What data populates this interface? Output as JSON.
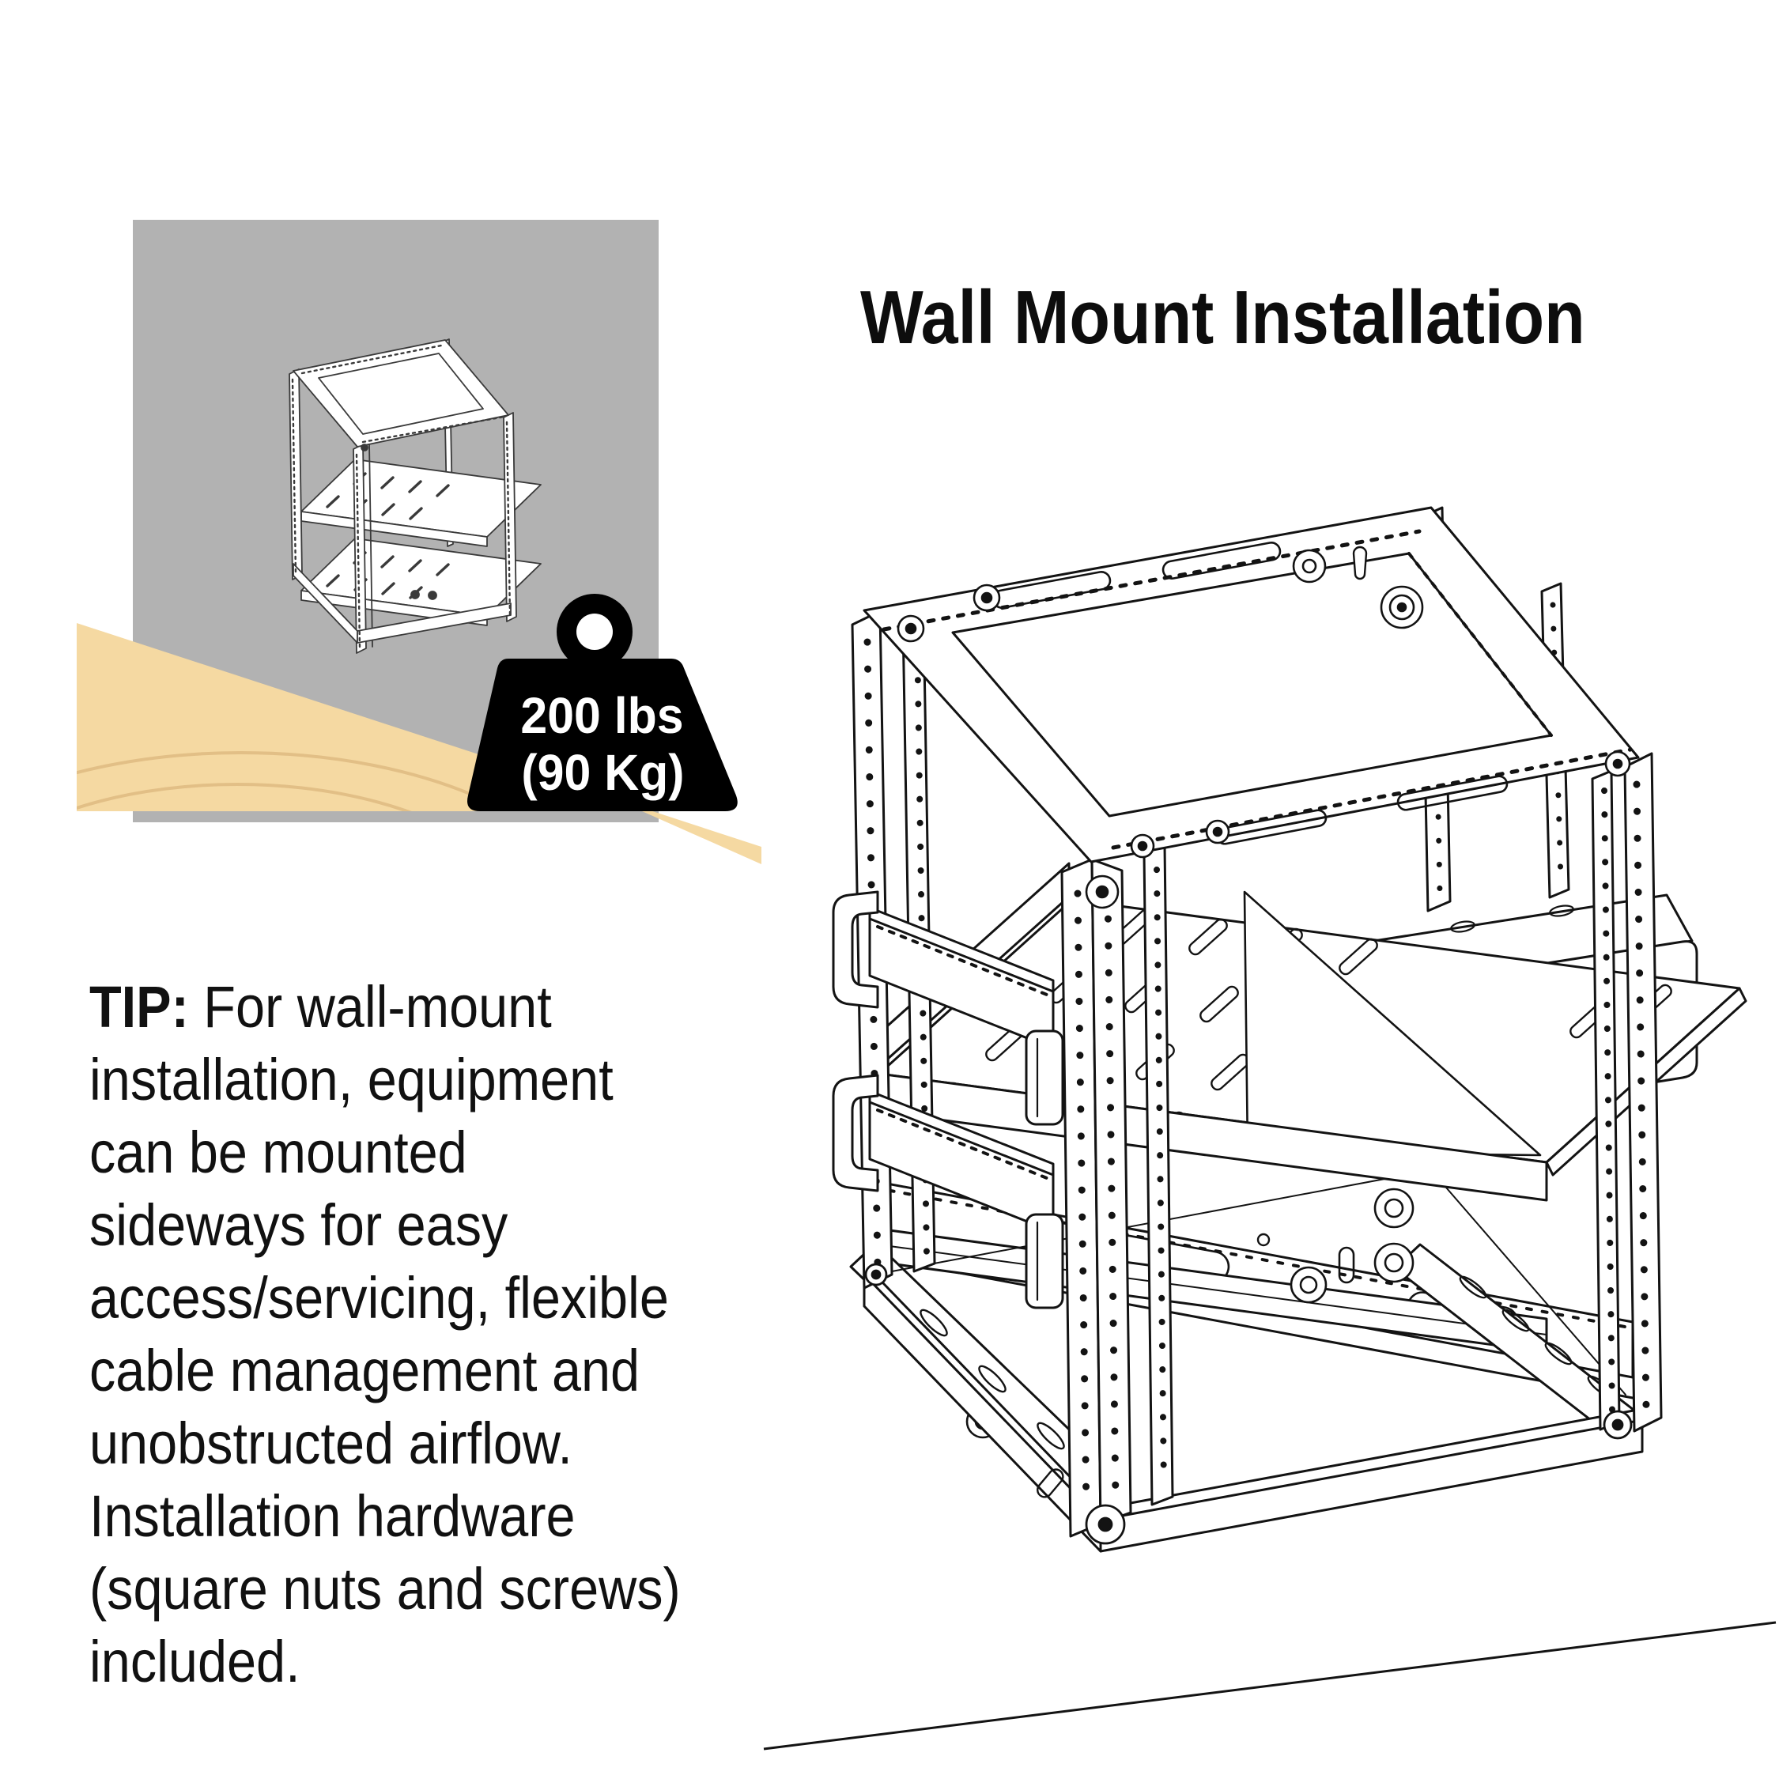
{
  "title": {
    "text": "Wall Mount Installation"
  },
  "tip": {
    "label": "TIP:",
    "lines": [
      " For wall-mount",
      "installation, equipment",
      "can be mounted",
      "sideways for easy",
      "access/servicing, flexible",
      "cable management and",
      "unobstructed airflow.",
      "Installation hardware",
      "(square nuts and screws)",
      "included."
    ]
  },
  "weight_badge": {
    "capacity_lbs": "200 lbs",
    "capacity_kg": "(90 Kg)"
  },
  "colors": {
    "wall": "#b2b2b2",
    "floor": "#f5d9a2",
    "floor_grain": "#e2bf86",
    "ink": "#131313",
    "mini_ink": "#3a3a3a",
    "badge": "#000000"
  }
}
